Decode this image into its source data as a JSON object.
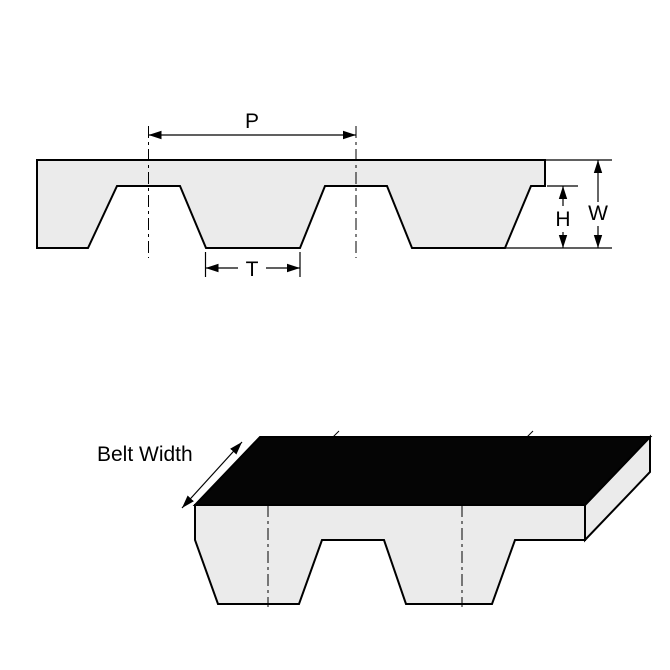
{
  "colors": {
    "background": "#ffffff",
    "belt_fill": "#ebebeb",
    "outline": "#000000",
    "top_surface": "#050505"
  },
  "profile_view": {
    "pitch_label": "P",
    "tooth_width_label": "T",
    "tooth_height_label": "H",
    "thickness_label": "W"
  },
  "perspective_view": {
    "belt_width_label": "Belt Width"
  }
}
